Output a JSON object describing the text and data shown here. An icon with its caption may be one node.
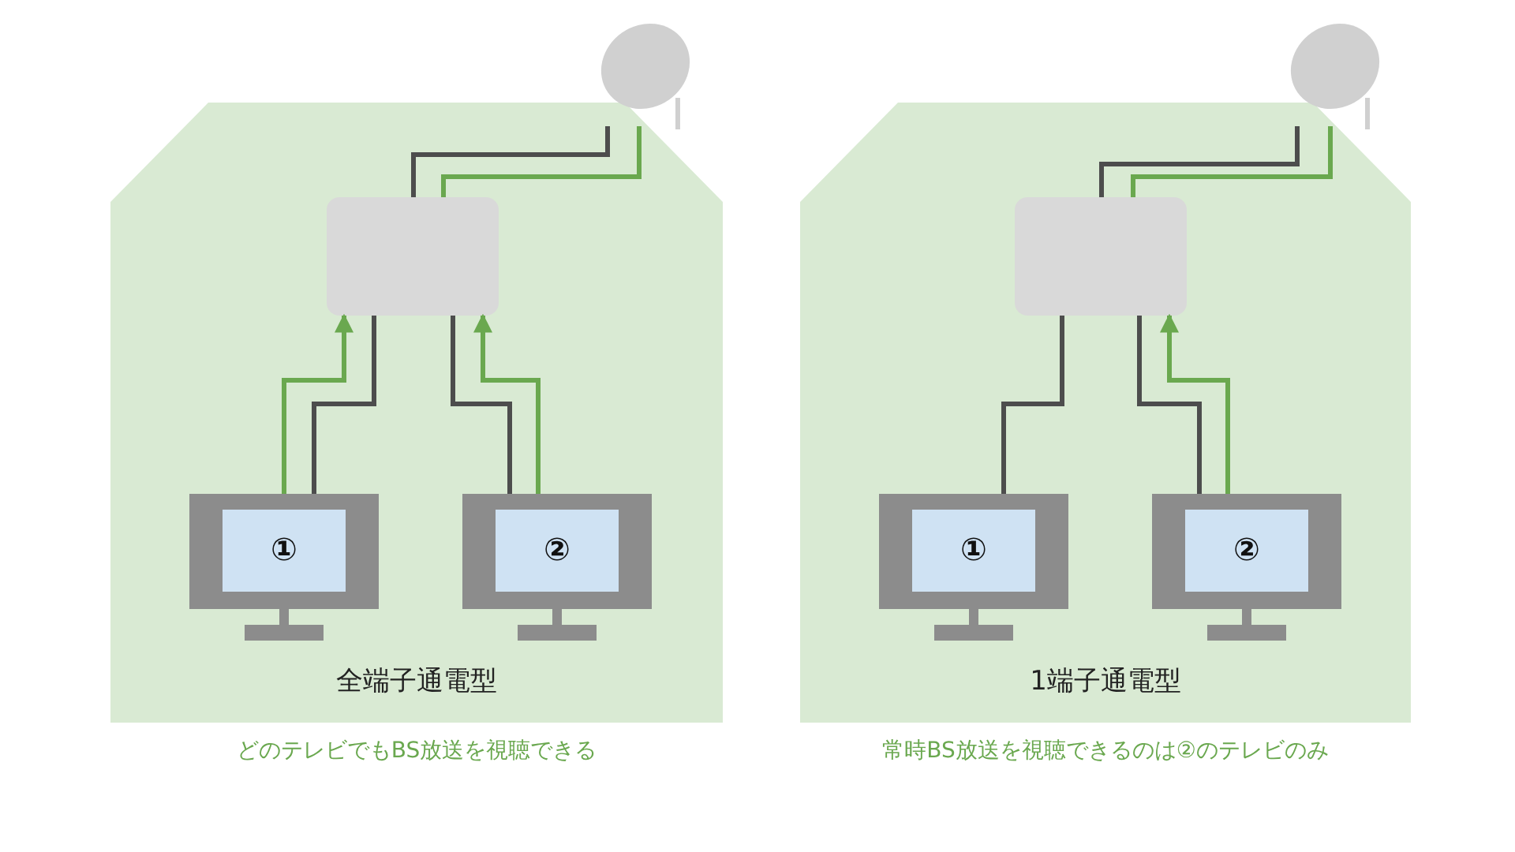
{
  "diagram": {
    "nodes": [
      {
        "text": [
          "全端子通電型"
        ],
        "beside": [
          "どのテレビでもBS放送を視聴できる"
        ]
      },
      {
        "text": [],
        "shape": "dish"
      },
      {
        "text": [],
        "shape": "box",
        "in": 0
      },
      {
        "text": [
          "①"
        ],
        "in": 0
      },
      {
        "text": [
          "②"
        ],
        "in": 0
      },
      {
        "text": [
          "1端子通電型"
        ],
        "beside": [
          "常時BS放送を視聴できるのは②のテレビのみ"
        ]
      },
      {
        "text": [],
        "shape": "dish"
      },
      {
        "text": [],
        "shape": "box",
        "in": 5
      },
      {
        "text": [
          "①"
        ],
        "in": 5
      },
      {
        "text": [
          "②"
        ],
        "in": 5
      }
    ],
    "edges": [
      {
        "from": 1,
        "to": 2,
        "arrow": "none"
      },
      {
        "from": 1,
        "to": 2,
        "arrow": "none",
        "color": "#6aa84f"
      },
      {
        "from": 3,
        "to": 2,
        "arrow": "to",
        "color": "#6aa84f"
      },
      {
        "from": 2,
        "to": 3,
        "arrow": "none"
      },
      {
        "from": 2,
        "to": 4,
        "arrow": "none"
      },
      {
        "from": 4,
        "to": 2,
        "arrow": "to",
        "color": "#6aa84f"
      },
      {
        "from": 6,
        "to": 7,
        "arrow": "none"
      },
      {
        "from": 6,
        "to": 7,
        "arrow": "none",
        "color": "#6aa84f"
      },
      {
        "from": 7,
        "to": 8,
        "arrow": "none"
      },
      {
        "from": 7,
        "to": 9,
        "arrow": "none"
      },
      {
        "from": 9,
        "to": 7,
        "arrow": "to",
        "color": "#6aa84f"
      }
    ]
  }
}
